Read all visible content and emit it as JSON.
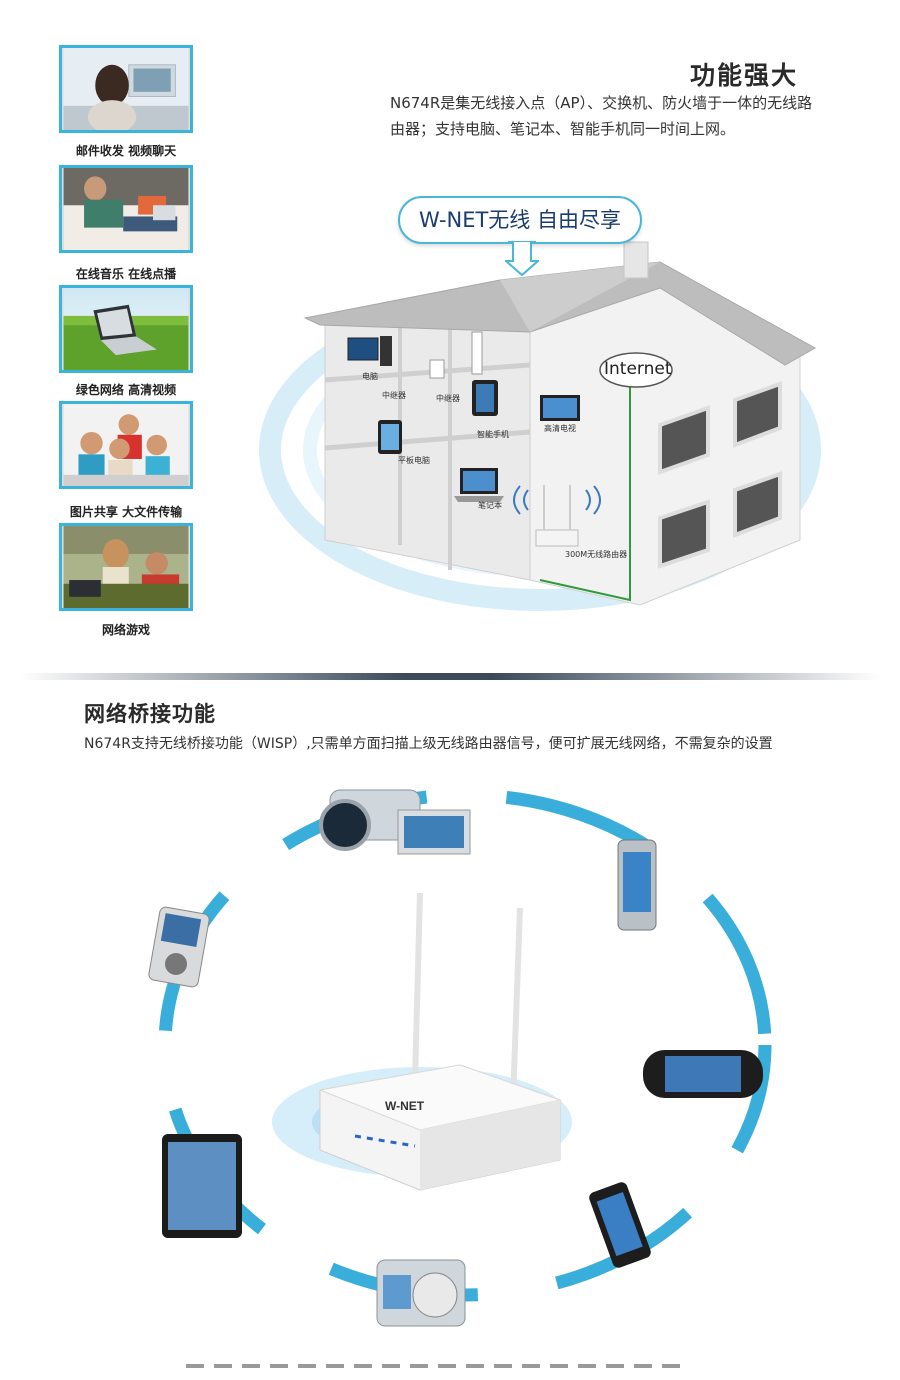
{
  "features": [
    {
      "label": "邮件收发 视频聊天",
      "icon": "video-chat-photo"
    },
    {
      "label": "在线音乐 在线点播",
      "icon": "sofa-laptop-photo"
    },
    {
      "label": "绿色网络 高清视频",
      "icon": "laptop-grass-photo"
    },
    {
      "label": "图片共享 大文件传输",
      "icon": "family-photo"
    },
    {
      "label": "网络游戏",
      "icon": "gaming-photo"
    }
  ],
  "section1": {
    "title": "功能强大",
    "description": "N674R是集无线接入点（AP）、交换机、防火墙于一体的无线路由器；支持电脑、笔记本、智能手机同一时间上网。",
    "bubble": "W-NET无线  自由尽享",
    "internet": "Internet",
    "house_labels": {
      "pc": "电脑",
      "repeater1": "中继器",
      "repeater2": "中继器",
      "phone": "智能手机",
      "tv": "高清电视",
      "tablet": "平板电脑",
      "notebook": "笔记本",
      "router": "300M无线路由器"
    }
  },
  "section2": {
    "title": "网络桥接功能",
    "description": "N674R支持无线桥接功能（WISP）,只需单方面扫描上级无线路由器信号，便可扩展无线网络，不需复杂的设置",
    "router_brand": "W-NET"
  },
  "colors": {
    "accent": "#3bb4d9",
    "ring": "#39aedb",
    "divider": "#3a4a59"
  }
}
